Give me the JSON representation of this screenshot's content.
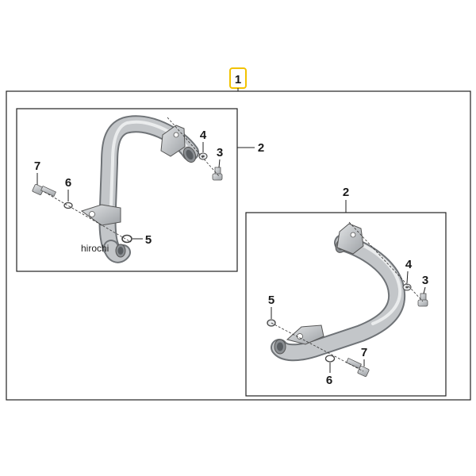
{
  "callouts": {
    "assembly": "1",
    "bar": "2",
    "bolt": "3",
    "washer": "4",
    "o_ring": "5",
    "bolt_washer": "6",
    "long_bolt": "7"
  },
  "watermark": "hirochi",
  "colors": {
    "highlight": "#f2c200",
    "tube": "#b9bcbf",
    "tube_light": "#e6e8ea",
    "tube_dark": "#7d8185",
    "line": "#222222"
  }
}
